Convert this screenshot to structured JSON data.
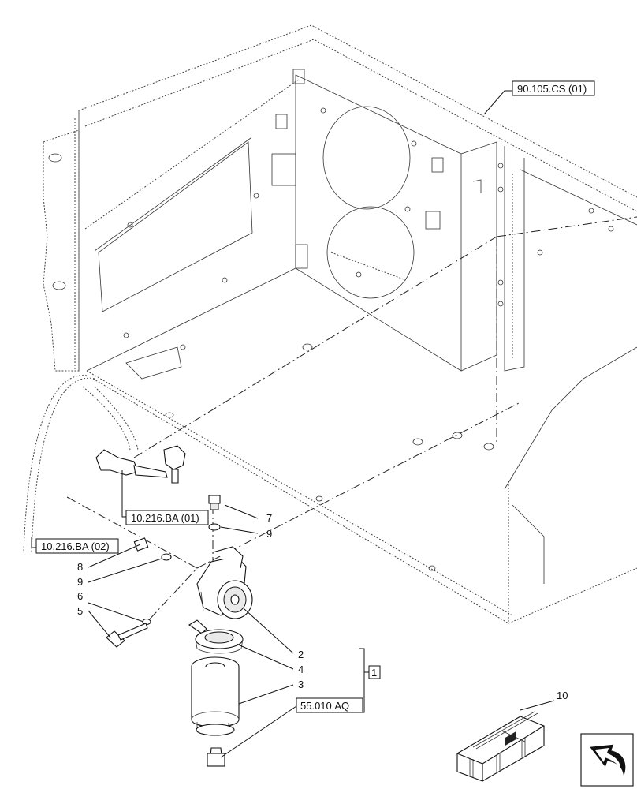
{
  "references": {
    "frame": "90.105.CS (01)",
    "hose_upper": "10.216.BA (01)",
    "hose_lower": "10.216.BA (02)",
    "drain_plug": "55.010.AQ"
  },
  "callouts": {
    "n2": "2",
    "n3": "3",
    "n4": "4",
    "n5": "5",
    "n6": "6",
    "n7": "7",
    "n8": "8",
    "n9a": "9",
    "n9b": "9",
    "n10": "10"
  },
  "kit_bracket_label": "1",
  "icons": {
    "kit_box": "kit-box-icon",
    "navigation": "return-arrow-icon"
  }
}
